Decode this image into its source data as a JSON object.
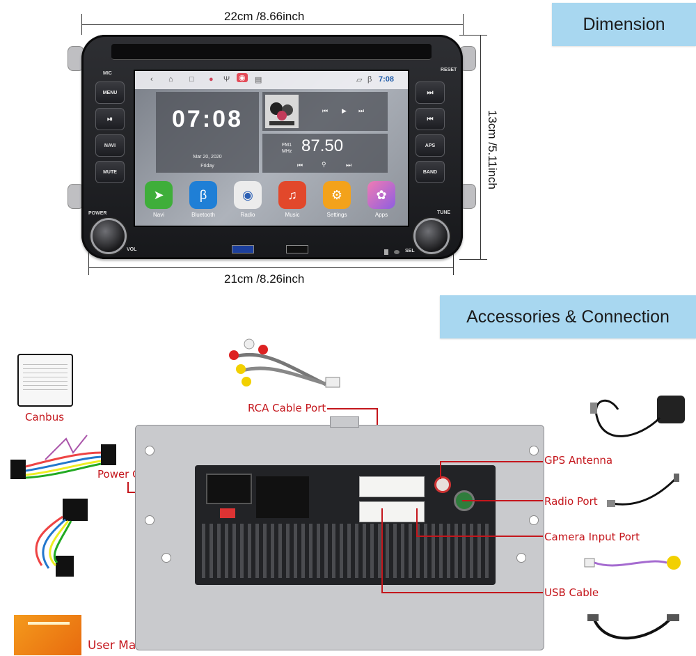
{
  "banners": {
    "dimension": "Dimension",
    "accessories": "Accessories & Connection"
  },
  "dimensions": {
    "top": "22cm /8.66inch",
    "bottom": "21cm /8.26inch",
    "right": "13cm /5.11inch"
  },
  "hardware_buttons": {
    "left": [
      "MENU",
      "⏯",
      "NAVI",
      "MUTE"
    ],
    "right": [
      "⏭",
      "⏮",
      "APS",
      "BAND"
    ],
    "labels": {
      "mic": "MIC",
      "reset": "RESET",
      "power": "POWER",
      "vol": "VOL",
      "tune": "TUNE",
      "sel": "SEL"
    }
  },
  "screen": {
    "status_time": "7:08",
    "clock": "07:08",
    "date": "Mar 20, 2020",
    "day": "Friday",
    "radio": {
      "band": "FM1",
      "unit": "MHz",
      "frequency": "87.50"
    },
    "apps": [
      {
        "label": "Navi",
        "color": "#3fae3a"
      },
      {
        "label": "Bluetooth",
        "color": "#1f7fd6"
      },
      {
        "label": "Radio",
        "color": "#ececec"
      },
      {
        "label": "Music",
        "color": "#e2482b"
      },
      {
        "label": "Settings",
        "color": "#f3a21b"
      },
      {
        "label": "Apps",
        "color": "#b35bd8"
      }
    ]
  },
  "callouts": {
    "canbus": "Canbus",
    "rca": "RCA Cable Port",
    "power": "Power Cable",
    "gps": "GPS Antenna",
    "radio": "Radio Port",
    "camera": "Camera Input Port",
    "usb": "USB Cable",
    "manual": "User Manual"
  },
  "colors": {
    "callout": "#c4161c",
    "banner": "#a8d7f0"
  }
}
